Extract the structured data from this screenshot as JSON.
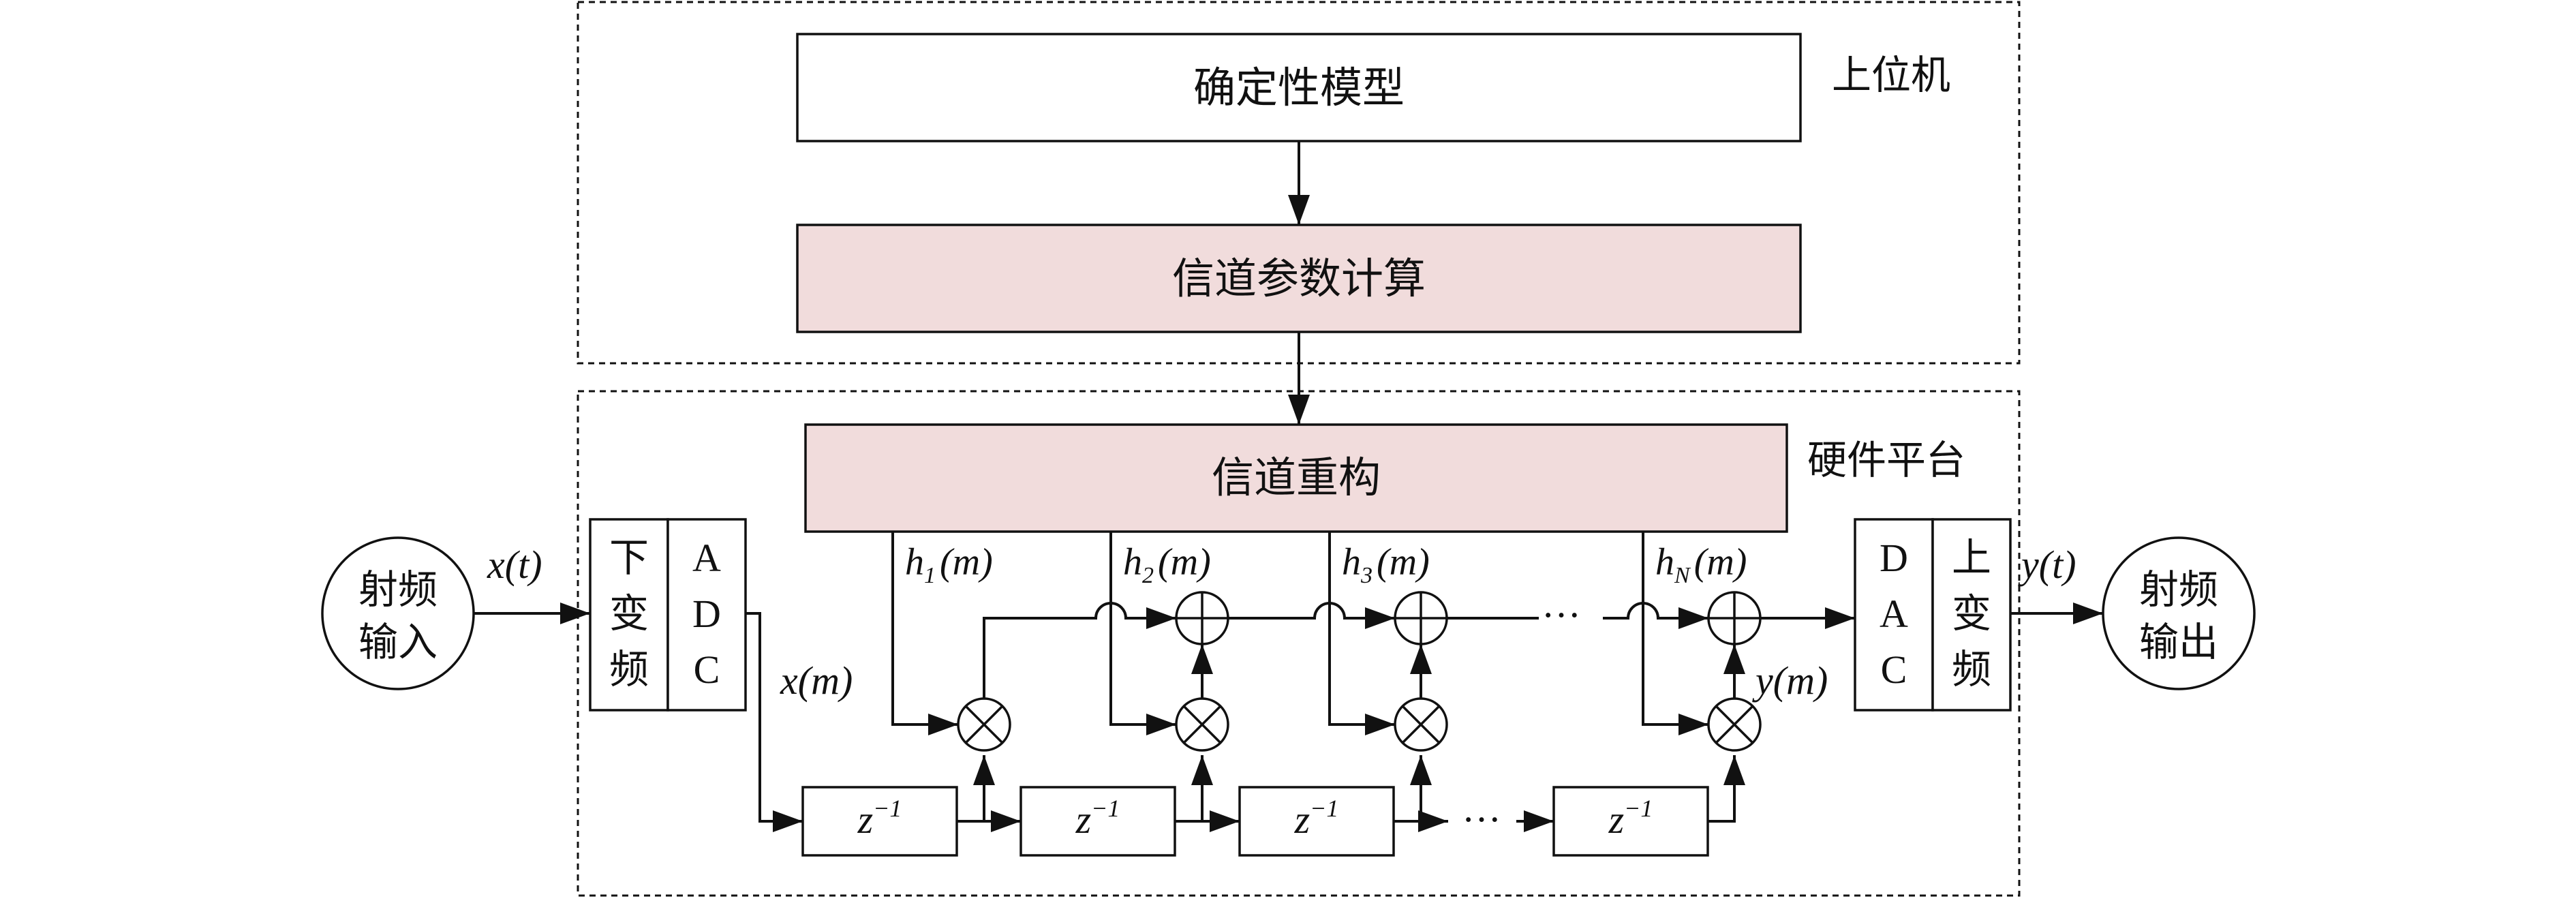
{
  "upper_section": {
    "label": "上位机",
    "model_box": "确定性模型",
    "param_box": "信道参数计算"
  },
  "hardware_section": {
    "label": "硬件平台",
    "recon_box": "信道重构"
  },
  "input_node": {
    "line1": "射频",
    "line2": "输入"
  },
  "output_node": {
    "line1": "射频",
    "line2": "输出"
  },
  "downconvert": {
    "line1": "下",
    "line2": "变",
    "line3": "频"
  },
  "adc": {
    "line1": "A",
    "line2": "D",
    "line3": "C"
  },
  "dac": {
    "line1": "D",
    "line2": "A",
    "line3": "C"
  },
  "upconvert": {
    "line1": "上",
    "line2": "变",
    "line3": "频"
  },
  "signals": {
    "xt": {
      "var": "x",
      "open": "(",
      "arg": "t",
      "close": ")"
    },
    "xm": {
      "var": "x",
      "open": "(",
      "arg": "m",
      "close": ")"
    },
    "yt": {
      "var": "y",
      "open": "(",
      "arg": "t",
      "close": ")"
    },
    "ym": {
      "var": "y",
      "open": "(",
      "arg": "m",
      "close": ")"
    }
  },
  "taps": [
    {
      "var": "h",
      "sub": "1",
      "arg": "(m)"
    },
    {
      "var": "h",
      "sub": "2",
      "arg": "(m)"
    },
    {
      "var": "h",
      "sub": "3",
      "arg": "(m)"
    },
    {
      "var": "h",
      "sub": "N",
      "arg": "(m)"
    }
  ],
  "delay": {
    "base": "z",
    "exp": "−1"
  },
  "ellipsis": "···",
  "colors": {
    "highlight_fill": "#f1dcdc",
    "stroke": "#111111",
    "background": "#ffffff"
  }
}
